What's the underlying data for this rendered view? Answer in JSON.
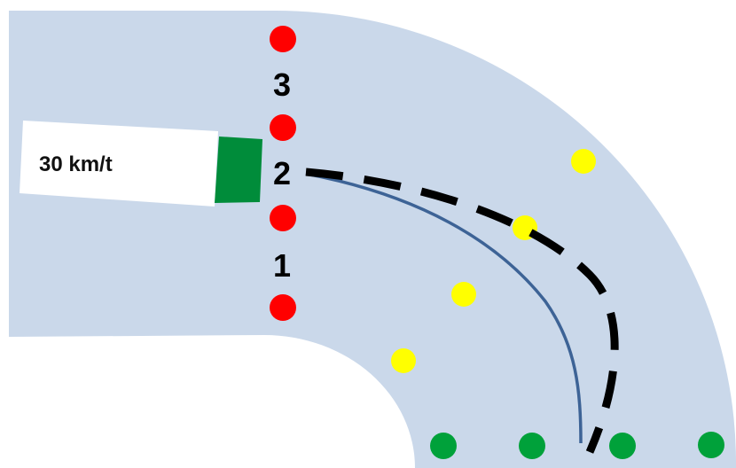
{
  "sign": {
    "speed_label": "30 km/t"
  },
  "lanes": {
    "labels": [
      "3",
      "2",
      "1"
    ]
  },
  "colors": {
    "road": "#cad8ea",
    "sign_background": "#ffffff",
    "vehicle": "#008c3a",
    "red_marker": "#ff0000",
    "yellow_marker": "#ffff00",
    "green_marker": "#00a13a",
    "solid_path": "#3d6396",
    "dashed_path": "#000000"
  }
}
